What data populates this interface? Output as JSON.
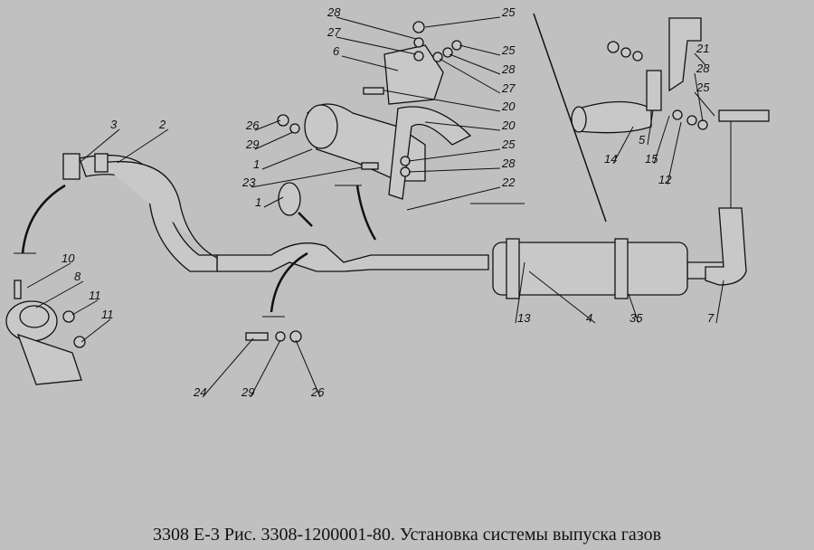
{
  "caption": "3308 Е-3 Рис. 3308-1200001-80. Установка системы выпуска газов",
  "callouts": [
    "3",
    "2",
    "10",
    "8",
    "11",
    "11",
    "28",
    "27",
    "6",
    "25",
    "25",
    "28",
    "27",
    "20",
    "20",
    "25",
    "28",
    "22",
    "26",
    "29",
    "1",
    "23",
    "1",
    "21",
    "28",
    "25",
    "14",
    "5",
    "15",
    "12",
    "13",
    "4",
    "35",
    "7",
    "24",
    "29",
    "26"
  ]
}
